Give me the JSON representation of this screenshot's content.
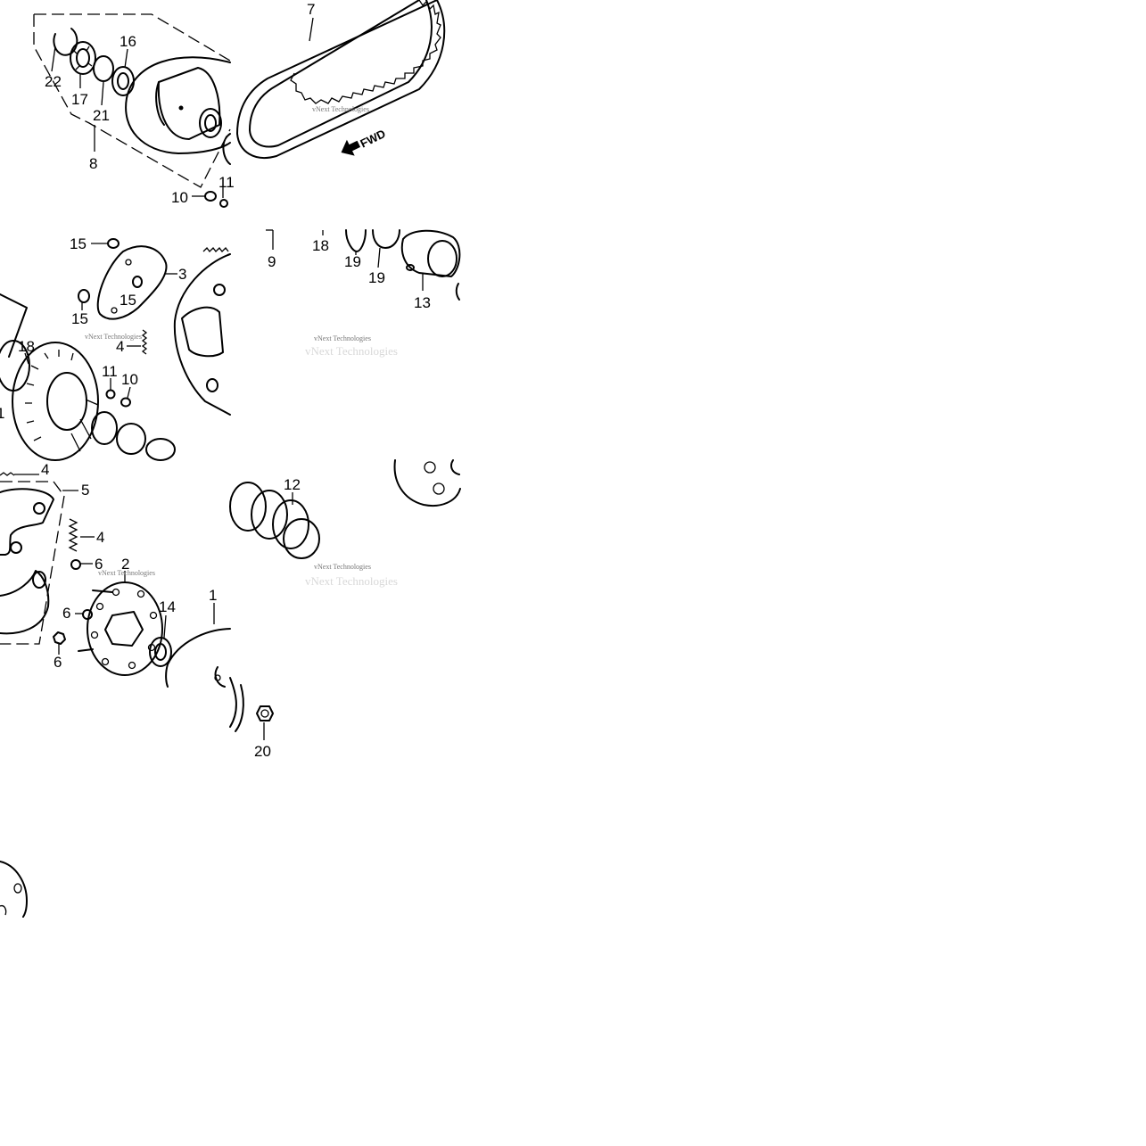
{
  "diagram": {
    "tiles": [
      {
        "name": "driven-pulley-tile",
        "parts": [
          "22",
          "17",
          "21",
          "16",
          "8",
          "10",
          "11"
        ]
      },
      {
        "name": "drive-belt-tile",
        "parts": [
          "7"
        ],
        "direction_label": "FWD"
      },
      {
        "name": "clutch-shoe-tile",
        "parts": [
          "15",
          "15",
          "3",
          "15",
          "18",
          "4",
          "11",
          "10",
          "1"
        ]
      },
      {
        "name": "collar-tile",
        "parts": [
          "9",
          "18",
          "19",
          "19",
          "13"
        ]
      },
      {
        "name": "shoe-plate-tile",
        "parts": [
          "4",
          "5",
          "4",
          "6",
          "2",
          "6",
          "14",
          "6",
          "1"
        ]
      },
      {
        "name": "spring-tile",
        "parts": [
          "12"
        ]
      },
      {
        "name": "nut-tile",
        "parts": [
          "20"
        ]
      }
    ],
    "watermark": "vNext Technologies",
    "fwd_label": "FWD",
    "icons": [
      "fwd-arrow-icon"
    ]
  }
}
